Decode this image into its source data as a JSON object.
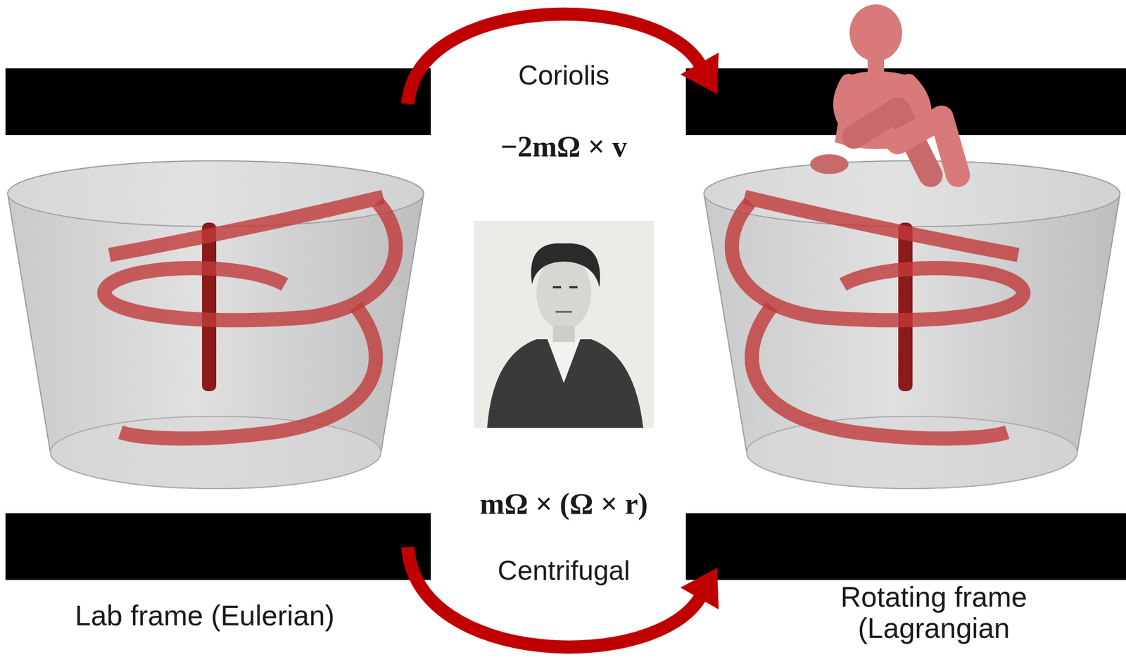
{
  "diagram": {
    "labels": [
      "Coriolis",
      "−2mΩ × v",
      "mΩ × (Ω × r)",
      "Centrifugal",
      "Lab frame (Eulerian)",
      "Rotating frame (Lagrangian"
    ]
  }
}
